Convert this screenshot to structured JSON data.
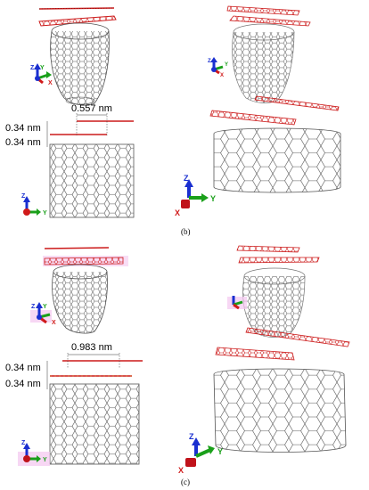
{
  "panels": [
    {
      "label": "(b)",
      "distance_label": "0.557 nm",
      "interlayer_upper": "0.34 nm",
      "interlayer_lower": "0.34 nm",
      "axes_top_left": [
        "Z",
        "Y",
        "X"
      ],
      "axes_bottom_left": [
        "Z",
        "Y"
      ],
      "axes_bottom_right": [
        "Z",
        "Y",
        "X"
      ]
    },
    {
      "label": "(c)",
      "distance_label": "0.983 nm",
      "interlayer_upper": "0.34 nm",
      "interlayer_lower": "0.34 nm",
      "axes_top_left": [
        "Z",
        "Y",
        "X"
      ],
      "axes_bottom_left": [
        "Z",
        "Y"
      ],
      "axes_bottom_right": [
        "Z",
        "Y",
        "X"
      ]
    }
  ],
  "colors": {
    "graphene_red": "#cc1a1a",
    "tube_gray": "#555555",
    "axis_z": "#1a2fd0",
    "axis_y": "#1aa01a",
    "axis_x": "#d01a1a",
    "halo_pink": "#f4c6ef"
  }
}
